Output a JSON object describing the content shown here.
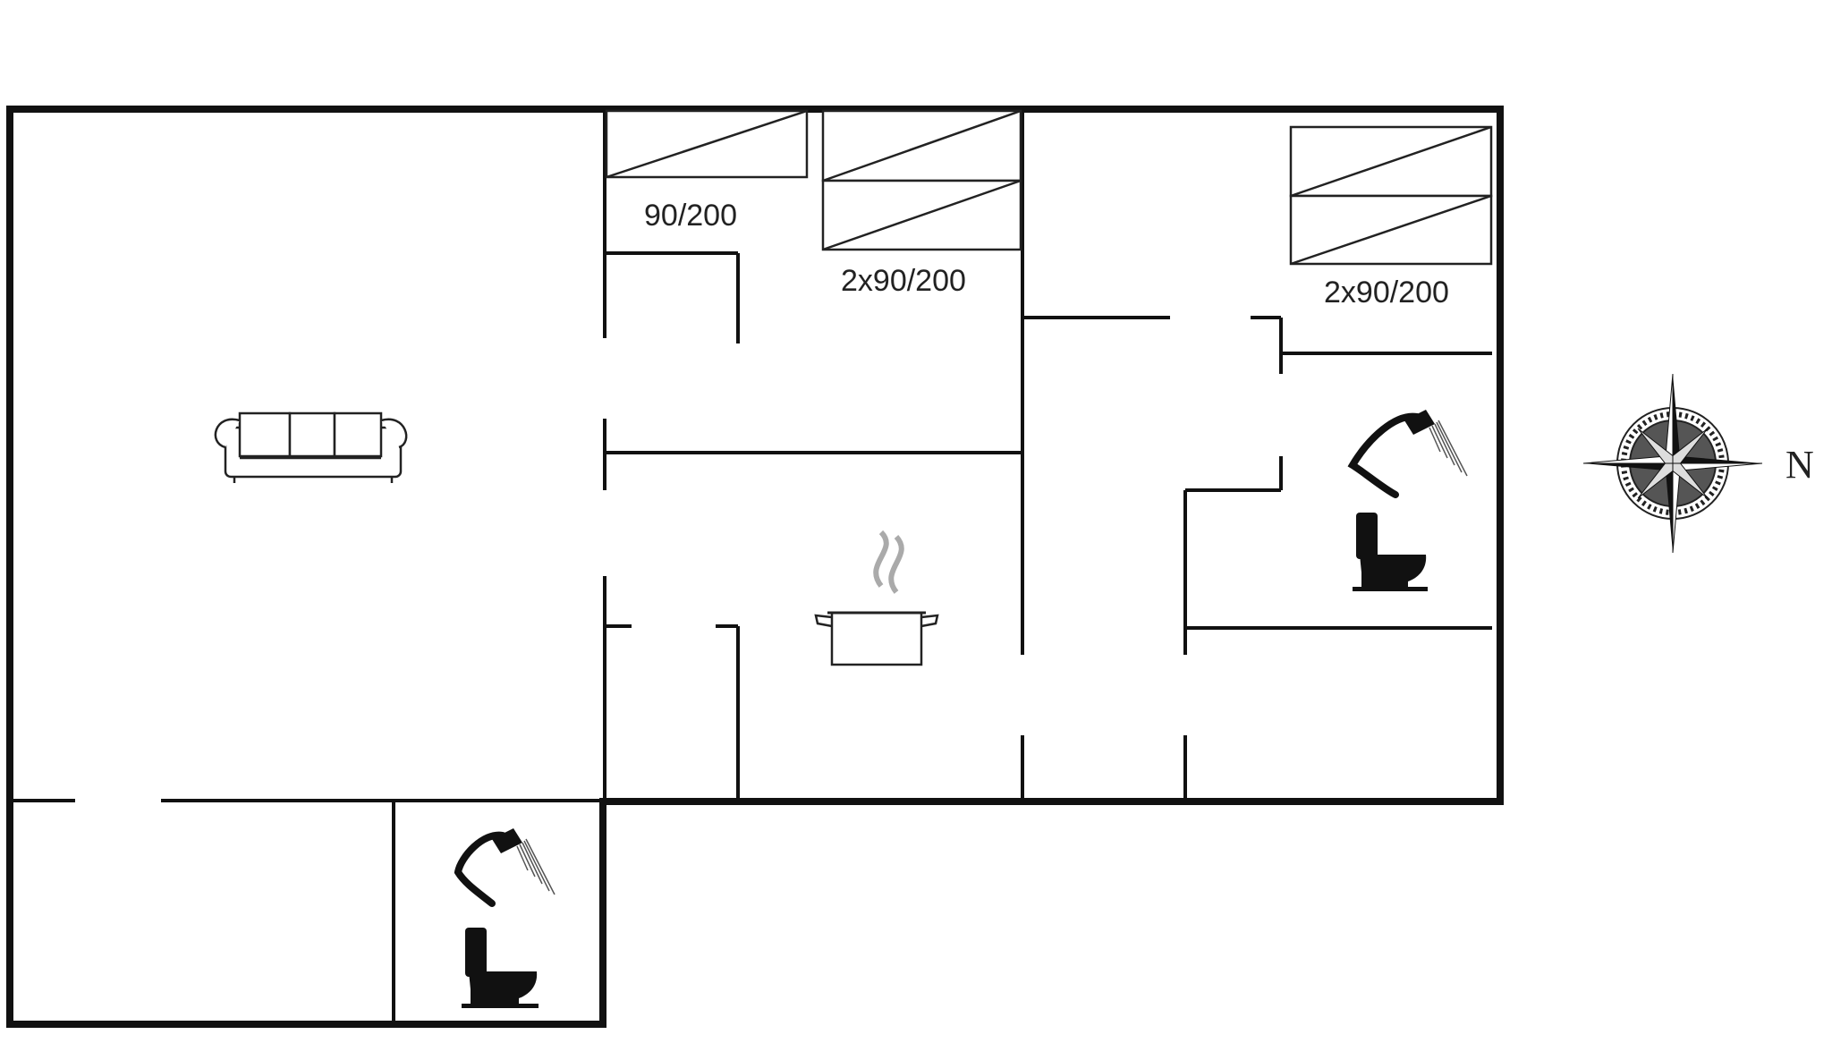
{
  "floorplan": {
    "colors": {
      "wall": "#111111",
      "fixture": "#222222",
      "steam": "#aaaaaa",
      "background": "#ffffff"
    },
    "bed_labels": {
      "bedroom_1": "90/200",
      "bedroom_2": "2x90/200",
      "bedroom_3": "2x90/200"
    },
    "compass": {
      "direction_label": "N"
    },
    "icons": [
      "sofa-icon",
      "kitchen-pot-icon",
      "shower-icon",
      "toilet-icon",
      "compass-rose-icon"
    ]
  }
}
